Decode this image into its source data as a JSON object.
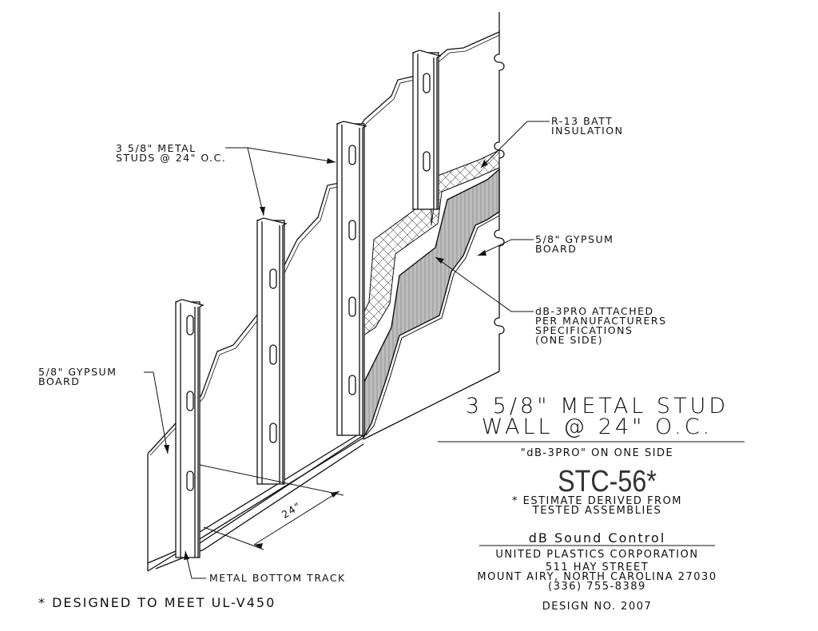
{
  "labels": {
    "studs": [
      "3 5/8\" METAL",
      "STUDS @ 24\" O.C."
    ],
    "insulation": [
      "R-13 BATT",
      "INSULATION"
    ],
    "gypsum_right": [
      "5/8\" GYPSUM",
      "BOARD"
    ],
    "db3pro": [
      "dB-3PRO ATTACHED",
      "PER MANUFACTURERS",
      "SPECIFICATIONS",
      "(ONE SIDE)"
    ],
    "gypsum_left": [
      "5/8\" GYPSUM",
      "BOARD"
    ],
    "spacing": "24\"",
    "bottom_track": "METAL BOTTOM TRACK",
    "designed_note": "* DESIGNED TO MEET UL-V450"
  },
  "title_block": {
    "title_line1": "3 5/8\" METAL STUD",
    "title_line2": "WALL @ 24\" O.C.",
    "subtitle": "\"dB-3PRO\" ON ONE SIDE",
    "rating": "STC-56*",
    "estimate_note": [
      "* ESTIMATE DERIVED FROM",
      "TESTED ASSEMBLIES"
    ],
    "company": "dB Sound Control",
    "corporation": "UNITED PLASTICS CORPORATION",
    "street": "511 HAY STREET",
    "city": "MOUNT AIRY, NORTH CAROLINA 27030",
    "phone": "(336) 755-8389",
    "design_no": "DESIGN NO. 2007"
  }
}
